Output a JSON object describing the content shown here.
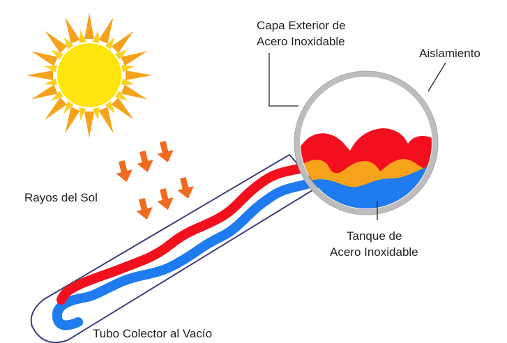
{
  "labels": {
    "outer_layer_line1": "Capa Exterior de",
    "outer_layer_line2": "Acero Inoxidable",
    "insulation": "Aislamiento",
    "sun_rays": "Rayos del Sol",
    "tank_line1": "Tanque de",
    "tank_line2": "Acero Inoxidable",
    "vacuum_tube": "Tubo Colector al Vacío"
  },
  "colors": {
    "sun_core": "#FFE50B",
    "sun_ray": "#F7A21B",
    "arrow": "#F26A1E",
    "hot_pipe": "#F2101E",
    "cold_pipe": "#1E7BF0",
    "orange_fluid": "#F7A21B",
    "tube_outline": "#3E3F7A",
    "ring": "#BDBDBD",
    "text": "#222222"
  }
}
